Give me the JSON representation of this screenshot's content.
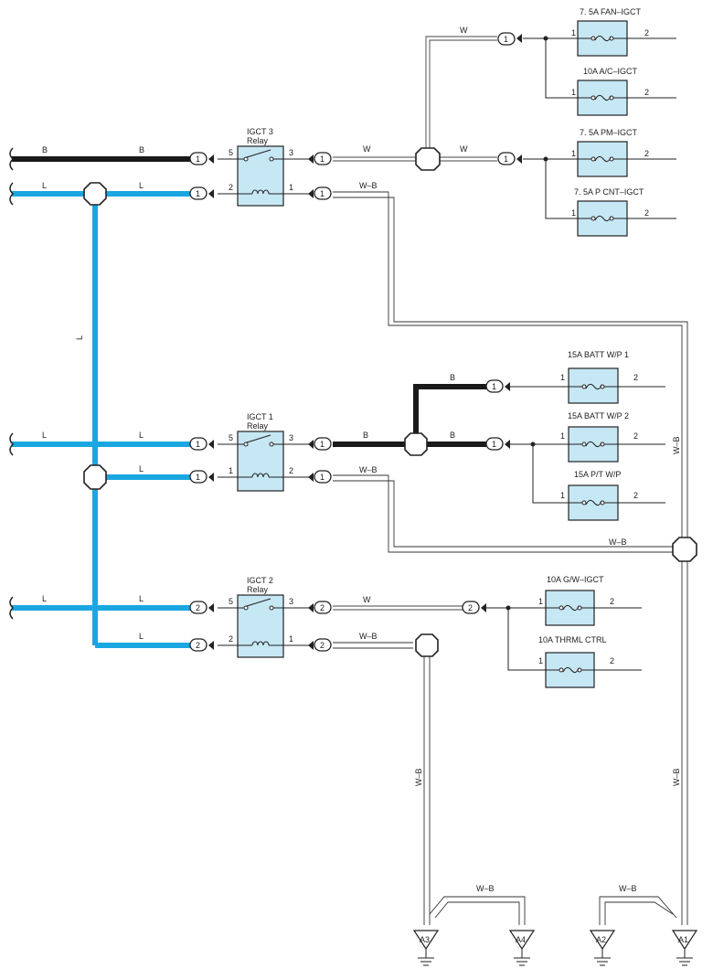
{
  "relays": [
    {
      "name": "IGCT 3",
      "sub": "Relay",
      "p_top_in": "5",
      "p_top_out": "3",
      "p_bot_in": "2",
      "p_bot_out": "1"
    },
    {
      "name": "IGCT 1",
      "sub": "Relay",
      "p_top_in": "5",
      "p_top_out": "3",
      "p_bot_in": "1",
      "p_bot_out": "2"
    },
    {
      "name": "IGCT 2",
      "sub": "Relay",
      "p_top_in": "5",
      "p_top_out": "3",
      "p_bot_in": "2",
      "p_bot_out": "1"
    }
  ],
  "fuses": [
    {
      "label": "7. 5A FAN–IGCT",
      "p1": "1",
      "p2": "2"
    },
    {
      "label": "10A A/C–IGCT",
      "p1": "1",
      "p2": "2"
    },
    {
      "label": "7. 5A PM–IGCT",
      "p1": "1",
      "p2": "2"
    },
    {
      "label": "7. 5A P CNT–IGCT",
      "p1": "1",
      "p2": "2"
    },
    {
      "label": "15A BATT W/P 1",
      "p1": "1",
      "p2": "2"
    },
    {
      "label": "15A BATT W/P 2",
      "p1": "1",
      "p2": "2"
    },
    {
      "label": "15A P/T W/P",
      "p1": "1",
      "p2": "2"
    },
    {
      "label": "10A G/W–IGCT",
      "p1": "1",
      "p2": "2"
    },
    {
      "label": "10A THRML CTRL",
      "p1": "1",
      "p2": "2"
    }
  ],
  "connectors": {
    "one": "1",
    "two": "2"
  },
  "wire_colors": {
    "black": "B",
    "blue": "L",
    "white": "W",
    "white_black": "W–B"
  },
  "grounds": [
    "A3",
    "A4",
    "A2",
    "A1"
  ],
  "colors": {
    "blue_wire": "#1aa7e1",
    "black_wire": "#1a1a1a",
    "component_fill": "#c6e7f4",
    "line": "#222222"
  }
}
